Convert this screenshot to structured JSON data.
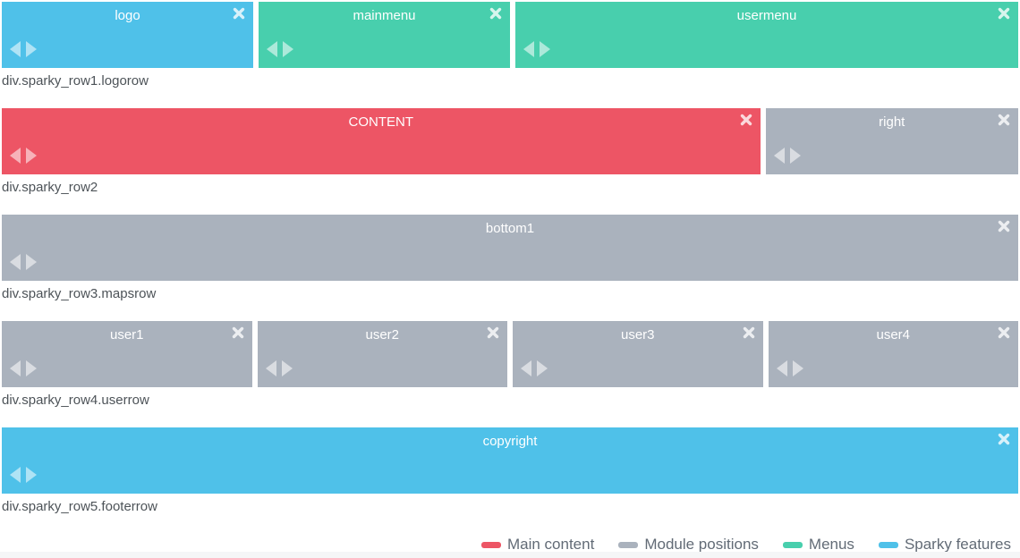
{
  "palette": {
    "main_content": "#ED5565",
    "module_positions": "#AAB2BD",
    "menus": "#48CFAD",
    "sparky_features": "#4FC1E9"
  },
  "icons": {
    "close": "✕",
    "move_left": "◀",
    "move_right": "▶"
  },
  "layout_rows": [
    {
      "label": "div.sparky_row1.logorow",
      "blocks": [
        {
          "title": "logo",
          "category": "sparky_features",
          "span": 3
        },
        {
          "title": "mainmenu",
          "category": "menus",
          "span": 3
        },
        {
          "title": "usermenu",
          "category": "menus",
          "span": 6
        }
      ]
    },
    {
      "label": "div.sparky_row2",
      "blocks": [
        {
          "title": "CONTENT",
          "category": "main_content",
          "span": 9
        },
        {
          "title": "right",
          "category": "module_positions",
          "span": 3
        }
      ]
    },
    {
      "label": "div.sparky_row3.mapsrow",
      "blocks": [
        {
          "title": "bottom1",
          "category": "module_positions",
          "span": 12
        }
      ]
    },
    {
      "label": "div.sparky_row4.userrow",
      "blocks": [
        {
          "title": "user1",
          "category": "module_positions",
          "span": 3
        },
        {
          "title": "user2",
          "category": "module_positions",
          "span": 3
        },
        {
          "title": "user3",
          "category": "module_positions",
          "span": 3
        },
        {
          "title": "user4",
          "category": "module_positions",
          "span": 3
        }
      ]
    },
    {
      "label": "div.sparky_row5.footerrow",
      "blocks": [
        {
          "title": "copyright",
          "category": "sparky_features",
          "span": 12
        }
      ]
    }
  ],
  "legend": {
    "items": [
      {
        "label": "Main content",
        "category": "main_content"
      },
      {
        "label": "Module positions",
        "category": "module_positions"
      },
      {
        "label": "Menus",
        "category": "menus"
      },
      {
        "label": "Sparky features",
        "category": "sparky_features"
      }
    ]
  }
}
